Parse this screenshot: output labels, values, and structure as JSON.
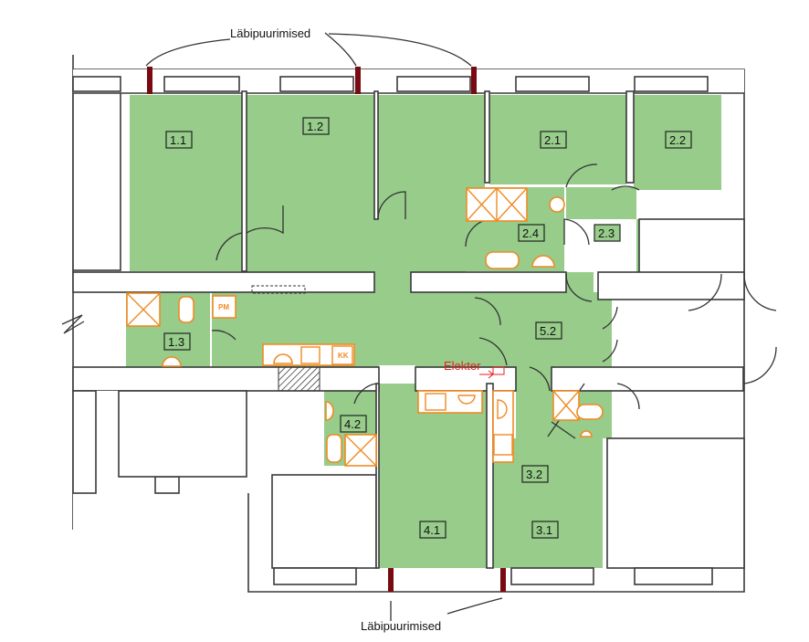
{
  "annotations": {
    "top_label": "Läbipuurimised",
    "bottom_label": "Läbipuurimised",
    "electric_label": "Elekter"
  },
  "rooms": [
    {
      "id": "1.1"
    },
    {
      "id": "1.2"
    },
    {
      "id": "2.1"
    },
    {
      "id": "2.2"
    },
    {
      "id": "2.4"
    },
    {
      "id": "2.3"
    },
    {
      "id": "1.3"
    },
    {
      "id": "5.2"
    },
    {
      "id": "4.2"
    },
    {
      "id": "4.1"
    },
    {
      "id": "3.2"
    },
    {
      "id": "3.1"
    }
  ],
  "fixtures": {
    "pm": "PM",
    "kk": "KK"
  },
  "colors": {
    "room_fill": "#97cc8a",
    "fixture": "#f08a24",
    "penetration": "#7a0a12",
    "electric": "#e02020"
  }
}
